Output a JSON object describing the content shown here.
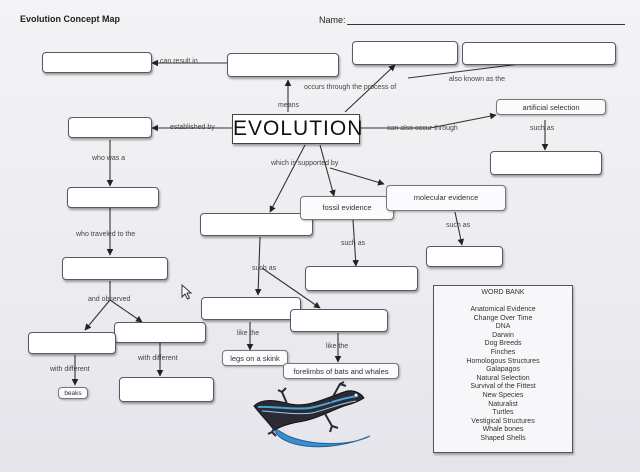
{
  "header": {
    "title": "Evolution Concept Map",
    "name_label": "Name:"
  },
  "center": {
    "label": "EVOLUTION"
  },
  "link_labels": {
    "can_result_in": "can result in",
    "occurs_through": "occurs through the process of",
    "also_known_as": "also known as the",
    "means": "means",
    "established_by": "established by",
    "can_also_occur_through": "can also occur through",
    "such_as_top": "such as",
    "who_was_a": "who was a",
    "which_is_supported_by": "which is supported by",
    "such_as_molecular": "such as",
    "who_traveled": "who traveled to the",
    "such_as_fossil": "such as",
    "such_as_left": "such as",
    "and_observed": "and observed",
    "like_the_1": "like the",
    "like_the_2": "like the",
    "with_different_1": "with different",
    "with_different_2": "with different"
  },
  "filled_boxes": {
    "artificial_selection": "artificial selection",
    "fossil_evidence": "fossil evidence",
    "molecular_evidence": "molecular evidence",
    "legs_on_skink": "legs on a skink",
    "forelimbs": "forelimbs of bats and whales",
    "beaks": "beaks"
  },
  "word_bank": {
    "title": "WORD BANK",
    "items": [
      "Anatomical Evidence",
      "Change Over Time",
      "DNA",
      "Darwin",
      "Dog Breeds",
      "Finches",
      "Homologous Structures",
      "Galapagos",
      "Natural Selection",
      "Survival of the Fittest",
      "New Species",
      "Naturalist",
      "Turtles",
      "Vestigical Structures",
      "Whale bones",
      "Shaped Shells"
    ]
  },
  "colors": {
    "lizard_body": "#2b2b35",
    "lizard_stripe": "#4aa3d8",
    "lizard_tail": "#3b8fd0"
  }
}
